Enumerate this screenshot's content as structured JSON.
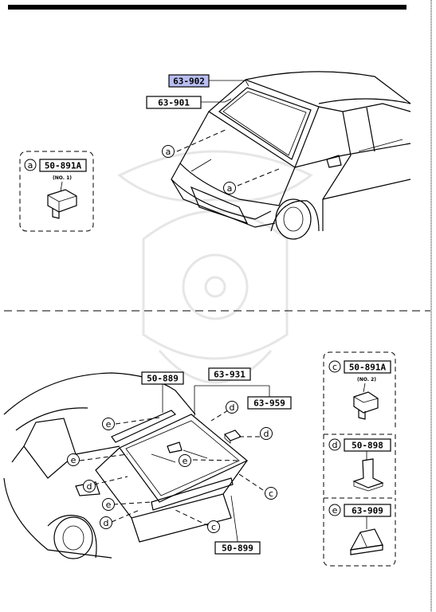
{
  "labels": {
    "p63902": "63-902",
    "p63901": "63-901",
    "p50891A_1": "50-891A",
    "no1": "(NO. 1)",
    "p50889": "50-889",
    "p63931": "63-931",
    "p63959": "63-959",
    "p50899": "50-899",
    "p50891A_2": "50-891A",
    "no2": "(NO. 2)",
    "p50898": "50-898",
    "p63909": "63-909"
  },
  "callouts": {
    "a": "a",
    "c": "c",
    "d": "d",
    "e": "e"
  },
  "colors": {
    "highlight": "#b7bdf0",
    "line": "#000000",
    "watermark": "#e6e6e6"
  }
}
